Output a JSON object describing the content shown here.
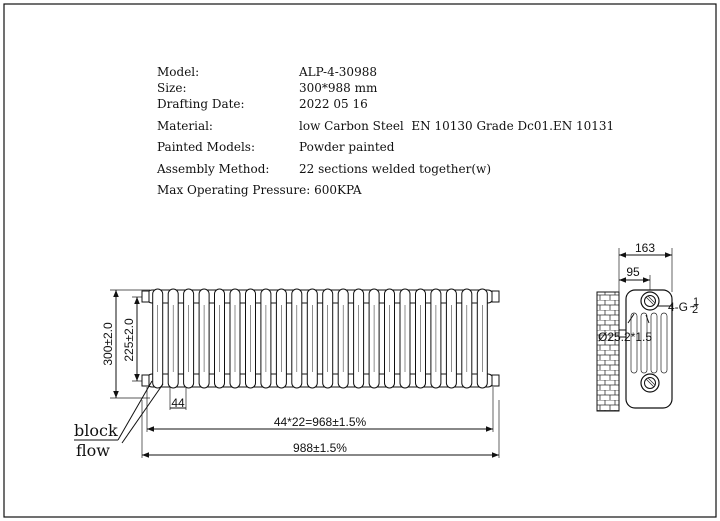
{
  "specs": {
    "model_label": "Model:",
    "model_value": "ALP-4-30988",
    "size_label": "Size:",
    "size_value": "300*988 mm",
    "drafting_date_label": "Drafting Date:",
    "drafting_date_value": "2022 05 16",
    "material_label": "Material:",
    "material_value": "low Carbon Steel  EN 10130 Grade Dc01.EN 10131",
    "painted_models_label": "Painted Models:",
    "painted_models_value": "Powder painted",
    "assembly_method_label": "Assembly Method:",
    "assembly_method_value": "22 sections welded together(w)",
    "max_pressure_text": "Max Operating Pressure: 600KPA"
  },
  "front_view": {
    "sections": 22,
    "height_dim": "300±2.0",
    "center_height_dim": "225±2.0",
    "pitch_dim": "44",
    "center_length_dim": "44*22=968±1.5%",
    "total_length_dim": "988±1.5%",
    "block_label": "block",
    "flow_label": "flow"
  },
  "side_view": {
    "depth_dim": "163",
    "wall_offset_dim": "95",
    "thread_dim": "4-G",
    "thread_fraction_num": "1",
    "thread_fraction_den": "2",
    "tube_dim": "Ø25.2*1.5"
  }
}
